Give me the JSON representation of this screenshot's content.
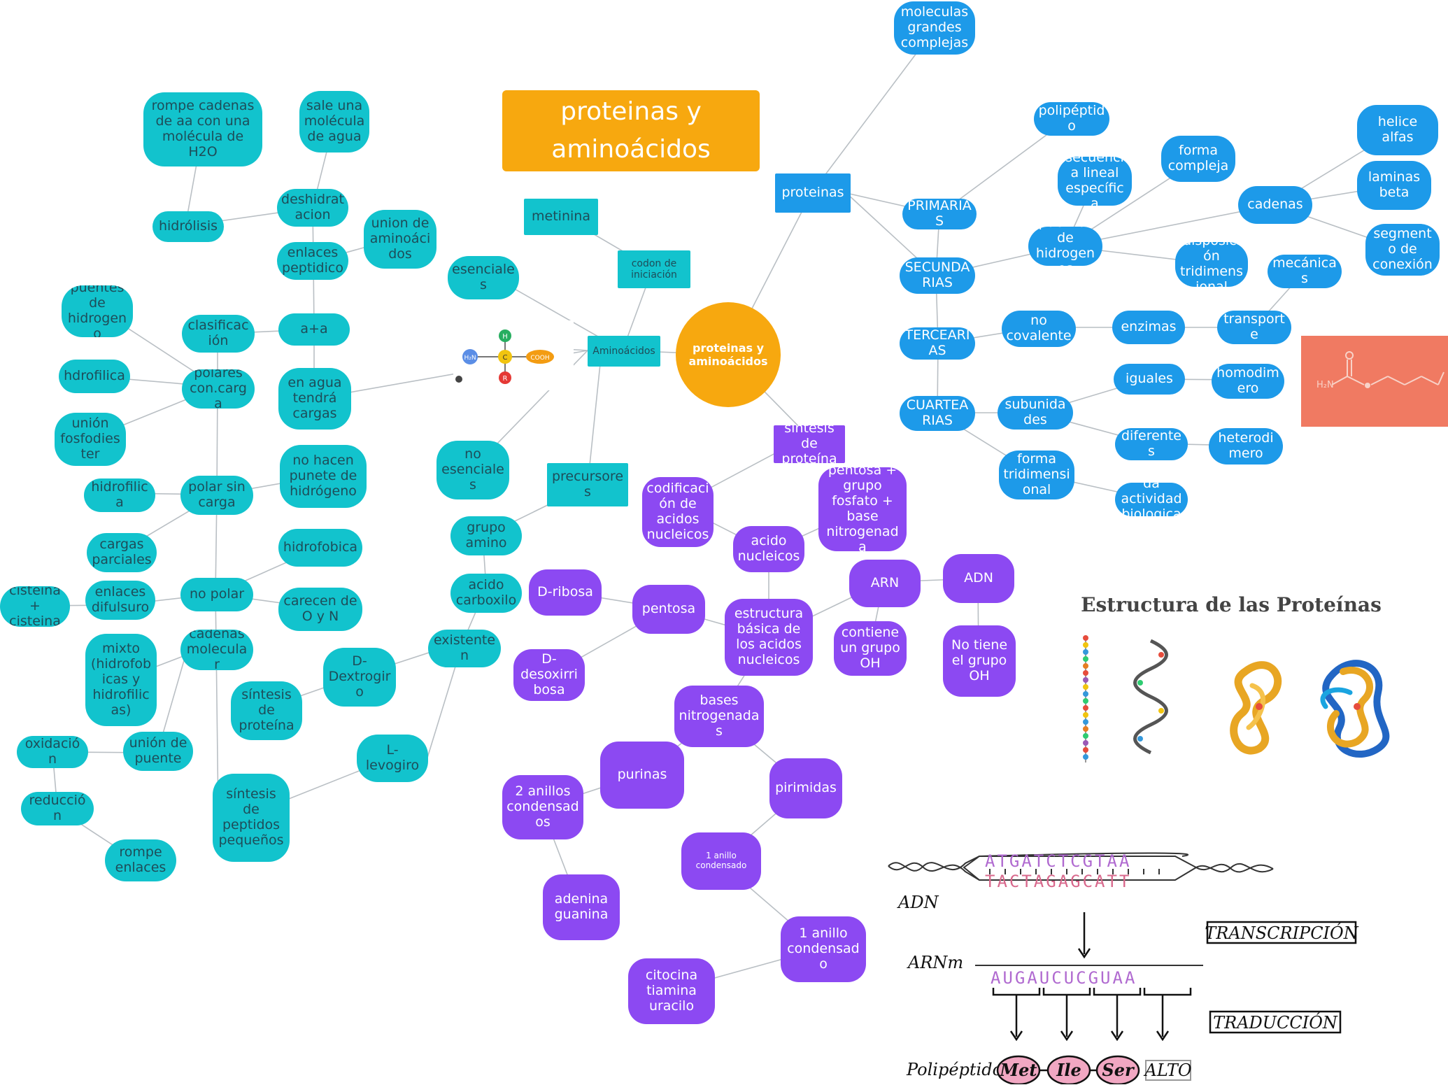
{
  "title": "proteinas y aminoácidos",
  "center": "proteinas y aminoácidos",
  "colors": {
    "teal": "#12c3cd",
    "blue": "#1d9ae9",
    "purple": "#8c49f2",
    "orange": "#f7a80f",
    "salmon": "#f07a62"
  },
  "nodes": {
    "rompe_cadenas": "rompe cadenas de aa con una molécula de H2O",
    "sale_una": "sale una molécula de agua",
    "deshidratacion": "deshidratacion",
    "hidrolisis": "hidrólisis",
    "enlaces_peptidico": "enlaces peptidico",
    "union_aminoacidos": "union de aminoácidos",
    "metinina": "metinina",
    "codon": "codon de iniciación",
    "esenciales": "esenciales",
    "aa": "a+a",
    "en_agua": "en agua tendrá cargas",
    "clasificacion": "clasificación",
    "puentes_hidrogeno_l": "puentes de hidrogeno",
    "hidrofilica1": "hdrofilica",
    "polares": "polares con.carga",
    "union_fosfo": "unión fosfodiester",
    "no_hacen": "no hacen punete de hidrógeno",
    "hidrofilica2": "hidrofilica",
    "polar_sin": "polar sin carga",
    "hidrofobica": "hidrofobica",
    "cargas_parciales": "cargas parciales",
    "no_polar": "no polar",
    "carecen": "carecen de O y N",
    "enlaces_difulsuro": "enlaces difulsuro",
    "cisteina": "cisteina + cisteina",
    "mixto": "mixto (hidrofobicas y hidrofilicas)",
    "cadenas_molecular": "cadenas molecular",
    "union_puente": "unión de puente",
    "oxidacion": "oxidación",
    "reduccion": "reducción",
    "rompe_enlaces": "rompe enlaces",
    "sintesis_proteina_l": "síntesis de proteína",
    "d_dextro": "D- Dextrogiro",
    "l_levo": "L-levogiro",
    "sintesis_peptidos": "síntesis de peptidos pequeños",
    "no_esenciales": "no esenciales",
    "precursores": "precursores",
    "grupo_amino": "grupo amino",
    "acido_carboxilo": "acido carboxilo",
    "existente": "existenten",
    "aminoacidos": "Aminoácidos",
    "proteinas": "proteinas",
    "moleculas": "moleculas grandes complejas",
    "polipeptido": "polipéptido",
    "primarias": "PRIMARIAS",
    "secuencia": "secuencia lineal específica",
    "forma_compleja": "forma compleja",
    "helice": "helice alfas",
    "laminas": "laminas beta",
    "cadenas": "cadenas",
    "segmento": "segmento de conexión",
    "puentes_hidrogenos": "puentes de hidrogenos",
    "disposicion": "disposición tridimensional",
    "secundarias": "SECUNDARIAS",
    "mecanicas": "mecánicas",
    "terciarias": "TERCEARIAS",
    "enlaces_no": "enlaces no covalentes",
    "enzimas": "enzimas",
    "transporte": "transporte",
    "cuartearias": "CUARTEARIAS",
    "iguales": "iguales",
    "homodimero": "homodimero",
    "subunidades": "subunidades",
    "diferentes": "diferentes",
    "heterodimero": "heterodimero",
    "forma_tridim": "forma tridimensional",
    "da_actividad": "da actividad biologica",
    "sintesis_proteina": "síntesis de proteína",
    "codificacion": "codificación de acidos nucleicos",
    "pentosa_grupo": "pentosa + grupo fosfato + base nitrogenada",
    "acido_nucleicos": "acido nucleicos",
    "d_ribosa": "D-ribosa",
    "pentosa": "pentosa",
    "estructura_basica": "estructura básica de los acidos nucleicos",
    "arn": "ARN",
    "adn": "ADN",
    "contiene_oh": "contiene un grupo OH",
    "no_tiene_oh": "No tiene el grupo OH",
    "d_desoxi": "D- desoxirribosa",
    "bases": "bases nitrogenadas",
    "purinas": "purinas",
    "pirimidas": "pirimidas",
    "dos_anillos": "2 anillos condensados",
    "un_anillo_small": "1 anillo condensado",
    "adenina": "adenina guanina",
    "un_anillo": "1 anillo condensado",
    "citocina": "citocina tiamina uracilo"
  },
  "molecule_labels": {
    "amino": "H₂N",
    "carboxyl": "COOH",
    "r": "R",
    "h": "H",
    "c": "C"
  },
  "structure_title": "Estructura de las Proteínas",
  "dna_figure": {
    "dna_top": "ATGATCTCGTAA",
    "dna_bottom": "TACTAGAGCATT",
    "mrna": "AUGAUCUCGUAA",
    "label_adn": "ADN",
    "label_arnm": "ARNm",
    "label_poly": "Polipéptido",
    "transcripcion": "TRANSCRIPCIÓN",
    "traduccion": "TRADUCCIÓN",
    "aminos": [
      "Met",
      "Ile",
      "Ser",
      "ALTO"
    ]
  }
}
